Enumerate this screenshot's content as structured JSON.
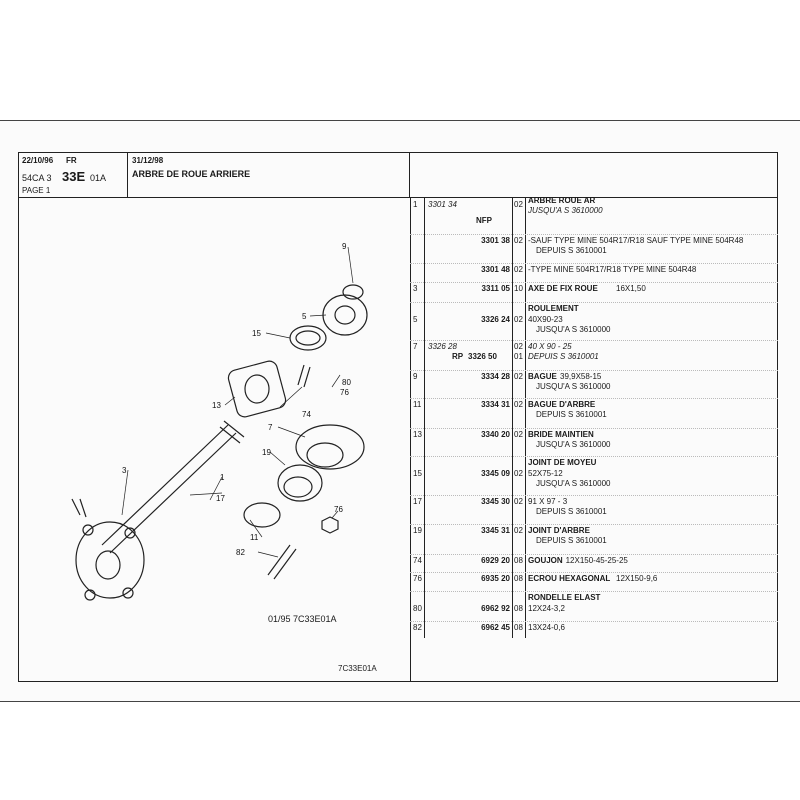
{
  "header": {
    "date_left": "22/10/96",
    "lang": "FR",
    "code_prefix": "54CA 3",
    "code_main": "33E",
    "code_suffix": "01A",
    "page": "PAGE 1",
    "date_right": "31/12/98",
    "title": "ARBRE DE ROUE ARRIERE"
  },
  "diagram": {
    "callouts": [
      "9",
      "5",
      "15",
      "13",
      "80",
      "76",
      "74",
      "7",
      "19",
      "3",
      "1",
      "17",
      "11",
      "76",
      "82"
    ],
    "ref_mid": "01/95 7C33E01A",
    "ref_bottom": "7C33E01A"
  },
  "parts": [
    {
      "item": "1",
      "ref": "3301 34",
      "ref_italic": true,
      "qty": "02",
      "desc": "ARBRE ROUE AR",
      "desc_bold": true,
      "sub": "JUSQU'A S 3610000",
      "sub_italic": true,
      "nfp": "NFP"
    },
    {
      "item": "",
      "ref": "3301 38",
      "qty": "02",
      "desc": "-SAUF TYPE MINE 504R17/R18 SAUF TYPE MINE 504R48",
      "sub": "DEPUIS S 3610001"
    },
    {
      "item": "",
      "ref": "3301 48",
      "qty": "02",
      "desc": "-TYPE MINE 504R17/R18 TYPE MINE 504R48"
    },
    {
      "item": "3",
      "ref": "3311 05",
      "qty": "10",
      "desc": "AXE DE FIX ROUE",
      "desc_bold": true,
      "extra": "16X1,50"
    },
    {
      "item": "5",
      "ref": "3326 24",
      "qty": "02",
      "head": "ROULEMENT",
      "desc": "40X90-23",
      "sub": "JUSQU'A S 3610000"
    },
    {
      "item": "7",
      "ref": "3326 28",
      "ref_italic": true,
      "qty": "02",
      "desc": "40 X 90 - 25",
      "desc_italic": true,
      "rp": "RP",
      "rp_ref": "3326 50",
      "rp_qty": "01",
      "rp_desc": "DEPUIS S 3610001"
    },
    {
      "item": "9",
      "ref": "3334 28",
      "qty": "02",
      "desc": "BAGUE",
      "desc_bold": true,
      "extra": "39,9X58-15",
      "sub": "JUSQU'A S 3610000"
    },
    {
      "item": "11",
      "ref": "3334 31",
      "qty": "02",
      "desc": "BAGUE D'ARBRE",
      "desc_bold": true,
      "sub": "DEPUIS S 3610001"
    },
    {
      "item": "13",
      "ref": "3340 20",
      "qty": "02",
      "desc": "BRIDE MAINTIEN",
      "desc_bold": true,
      "sub": "JUSQU'A S 3610000"
    },
    {
      "item": "15",
      "ref": "3345 09",
      "qty": "02",
      "head": "JOINT DE MOYEU",
      "desc": "52X75-12",
      "sub": "JUSQU'A S 3610000"
    },
    {
      "item": "17",
      "ref": "3345 30",
      "qty": "02",
      "desc": "91 X 97 - 3",
      "sub": "DEPUIS S 3610001"
    },
    {
      "item": "19",
      "ref": "3345 31",
      "qty": "02",
      "desc": "JOINT D'ARBRE",
      "desc_bold": true,
      "sub": "DEPUIS S 3610001"
    },
    {
      "item": "74",
      "ref": "6929 20",
      "qty": "08",
      "desc": "GOUJON",
      "desc_bold": true,
      "extra": "12X150-45-25-25"
    },
    {
      "item": "76",
      "ref": "6935 20",
      "qty": "08",
      "desc": "ECROU HEXAGONAL",
      "desc_bold": true,
      "extra": "12X150-9,6"
    },
    {
      "item": "80",
      "ref": "6962 92",
      "qty": "08",
      "head": "RONDELLE ELAST",
      "desc": "12X24-3,2"
    },
    {
      "item": "82",
      "ref": "6962 45",
      "qty": "08",
      "desc": "13X24-0,6"
    }
  ]
}
